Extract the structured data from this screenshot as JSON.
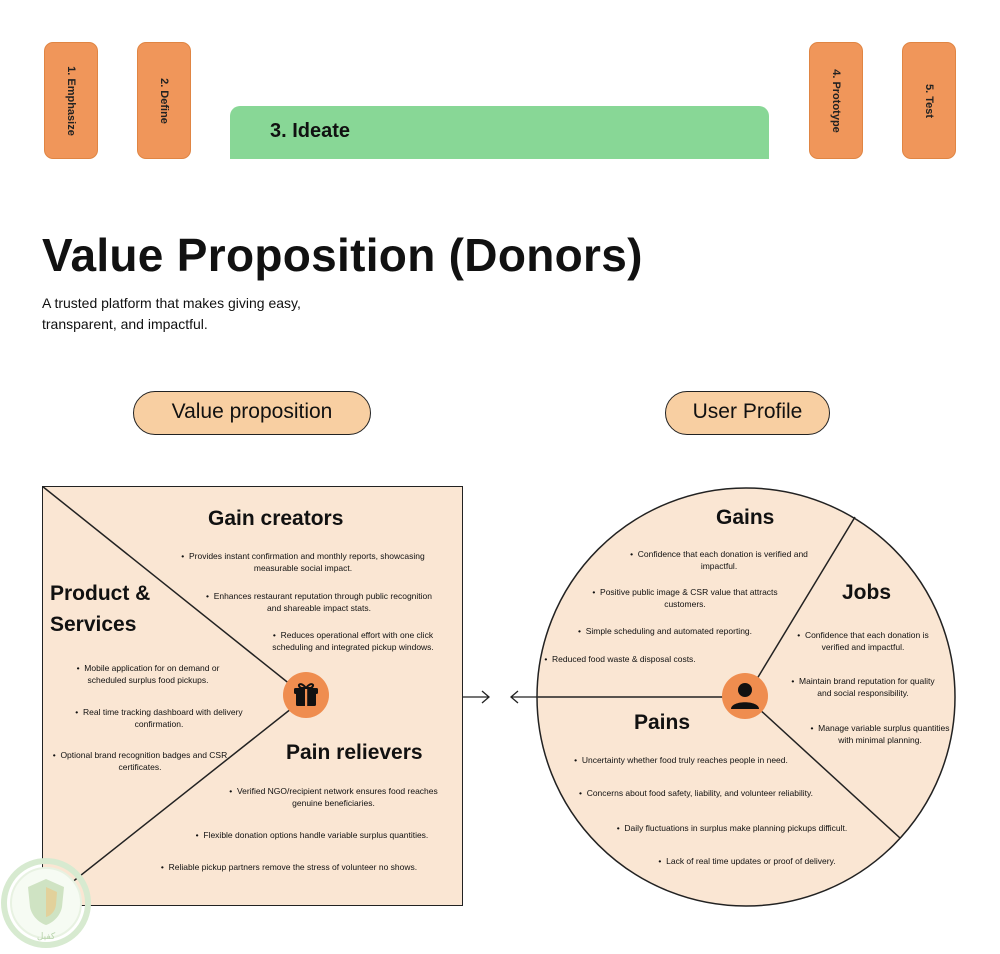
{
  "stages": {
    "s1": "1. Emphasize",
    "s2": "2. Define",
    "s3": "3. Ideate",
    "s4": "4. Prototype",
    "s5": "5. Test"
  },
  "title": "Value Proposition (Donors)",
  "subtitle": "A trusted platform that makes giving easy, transparent, and impactful.",
  "value_proposition": {
    "label": "Value proposition",
    "gain_creators": {
      "heading": "Gain creators",
      "items": [
        "Provides instant confirmation and monthly reports, showcasing measurable social impact.",
        "Enhances restaurant reputation through public recognition and shareable impact stats.",
        "Reduces operational effort with one click scheduling and integrated pickup windows."
      ]
    },
    "products_services": {
      "heading_line1": "Product &",
      "heading_line2": "Services",
      "items": [
        "Mobile application for on demand or scheduled surplus food pickups.",
        "Real time tracking dashboard with delivery confirmation.",
        "Optional brand recognition badges and CSR certificates."
      ]
    },
    "pain_relievers": {
      "heading": "Pain relievers",
      "items": [
        "Verified NGO/recipient network ensures food reaches genuine beneficiaries.",
        "Flexible donation options handle variable surplus quantities.",
        "Reliable pickup partners remove the stress of volunteer no shows."
      ]
    },
    "icon": "gift-icon"
  },
  "user_profile": {
    "label": "User Profile",
    "gains": {
      "heading": "Gains",
      "items": [
        "Confidence that each donation is verified and impactful.",
        "Positive public image & CSR value that attracts customers.",
        "Simple scheduling and automated reporting.",
        "Reduced food waste & disposal costs."
      ]
    },
    "jobs": {
      "heading": "Jobs",
      "items": [
        "Confidence that each donation is verified and impactful.",
        "Maintain brand reputation for quality and social responsibility.",
        "Manage variable surplus quantities with minimal planning."
      ]
    },
    "pains": {
      "heading": "Pains",
      "items": [
        "Uncertainty whether food truly reaches people in need.",
        "Concerns about food safety, liability, and volunteer reliability.",
        "Daily fluctuations in surplus make planning pickups difficult.",
        "Lack of real time updates or proof of delivery."
      ]
    },
    "icon": "user-icon"
  },
  "watermark_text": "كفيل",
  "colors": {
    "stage_orange": "#f0965a",
    "ideate_green": "#88d796",
    "canvas_fill": "#fae6d3",
    "tag_fill": "#f8cfa2",
    "icon_orange": "#ef8d4f"
  }
}
